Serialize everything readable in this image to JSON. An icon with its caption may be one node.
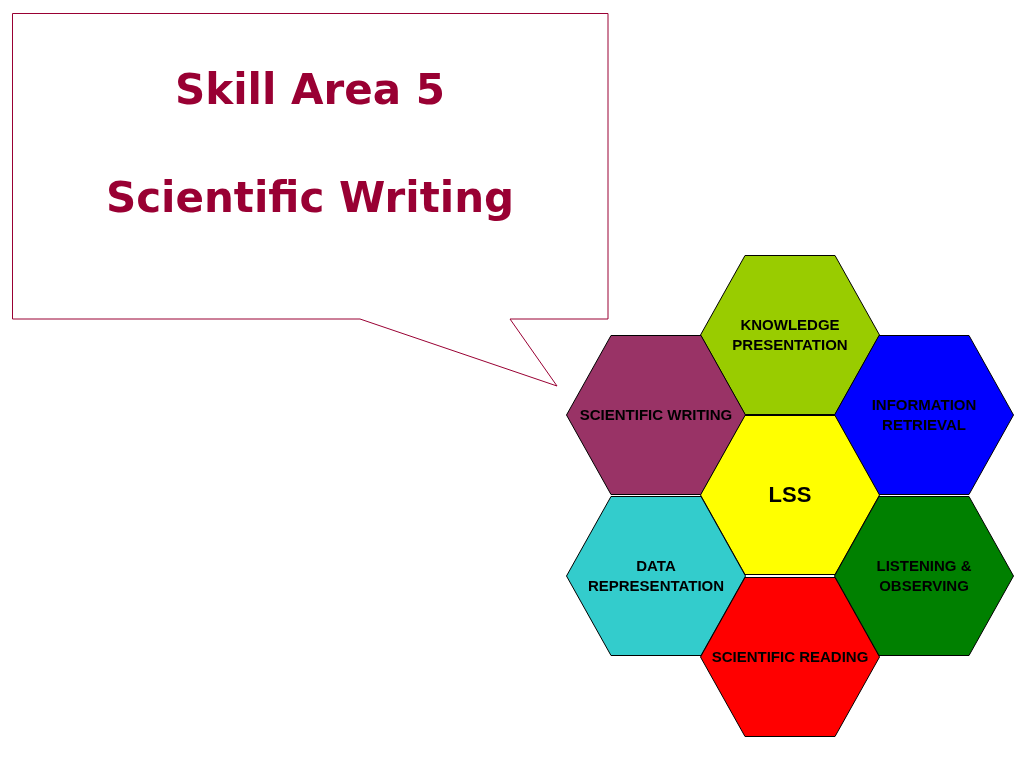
{
  "diagram": {
    "nodes": [
      {
        "text": [
          "Skill Area 5",
          "Scientific Writing"
        ]
      },
      {
        "text": [
          "KNOWLEDGE PRESENTATION"
        ]
      },
      {
        "text": [
          "SCIENTIFIC WRITING"
        ]
      },
      {
        "text": [
          "INFORMATION RETRIEVAL"
        ]
      },
      {
        "text": [
          "LSS"
        ]
      },
      {
        "text": [
          "DATA REPRESENTATION"
        ]
      },
      {
        "text": [
          "LISTENING & OBSERVING"
        ]
      },
      {
        "text": [
          "SCIENTIFIC READING"
        ]
      }
    ],
    "edges": []
  }
}
